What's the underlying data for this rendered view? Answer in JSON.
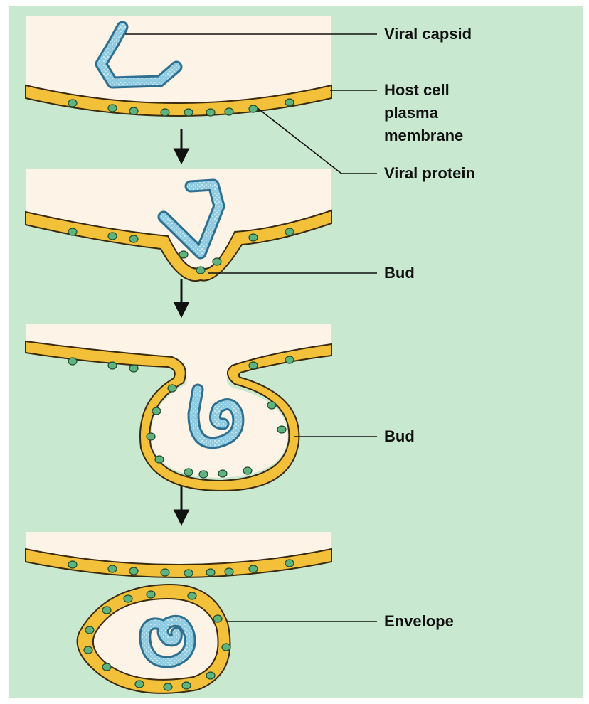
{
  "labels": {
    "viral_capsid": "Viral capsid",
    "host_membrane": [
      "Host cell",
      "plasma",
      "membrane"
    ],
    "viral_protein": "Viral protein",
    "bud_1": "Bud",
    "bud_2": "Bud",
    "envelope": "Envelope"
  },
  "colors": {
    "background": "#c9e8d0",
    "cytoplasm": "#fdf3e6",
    "membrane_fill": "#f3c03a",
    "membrane_stroke": "#3a2a10",
    "protein": "#5fb37e",
    "capsid": "#5aa9c8",
    "capsid_dark": "#2f6f8f",
    "leader": "#111111"
  },
  "icons": {
    "step_arrow": "down-arrow-icon"
  }
}
